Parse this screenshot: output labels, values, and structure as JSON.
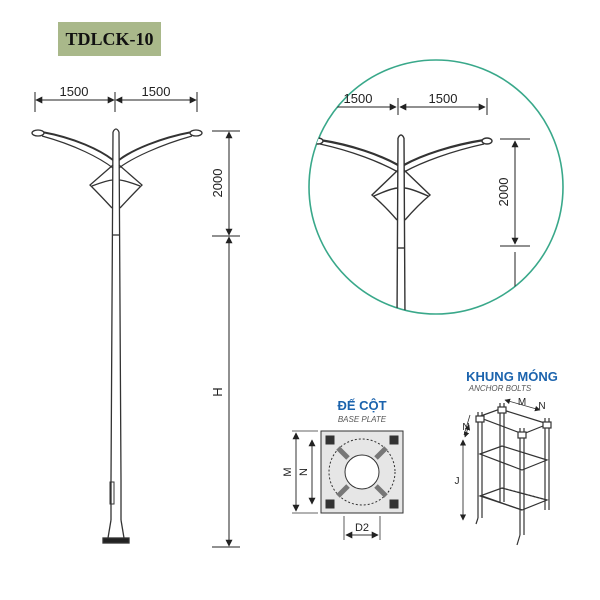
{
  "model_code": "TDLCK-10",
  "dimensions": {
    "arm_left": "1500",
    "arm_right": "1500",
    "arm_height": "2000",
    "pole_height": "H"
  },
  "detail_view": {
    "arm_left": "1500",
    "arm_right": "1500",
    "arm_height": "2000",
    "circle_color": "#39a88a"
  },
  "base_plate": {
    "title": "ĐẾ CỘT",
    "subtitle": "BASE PLATE",
    "dim_m": "M",
    "dim_n": "N",
    "dim_d2": "D2"
  },
  "anchor_bolts": {
    "title": "KHUNG MÓNG",
    "subtitle": "ANCHOR BOLTS",
    "dim_n_left": "N",
    "dim_n_right": "N",
    "dim_m": "M",
    "dim_j": "J"
  },
  "colors": {
    "title_blue": "#1b63ad",
    "tag_bg": "#a9b88a",
    "line": "#333333"
  }
}
